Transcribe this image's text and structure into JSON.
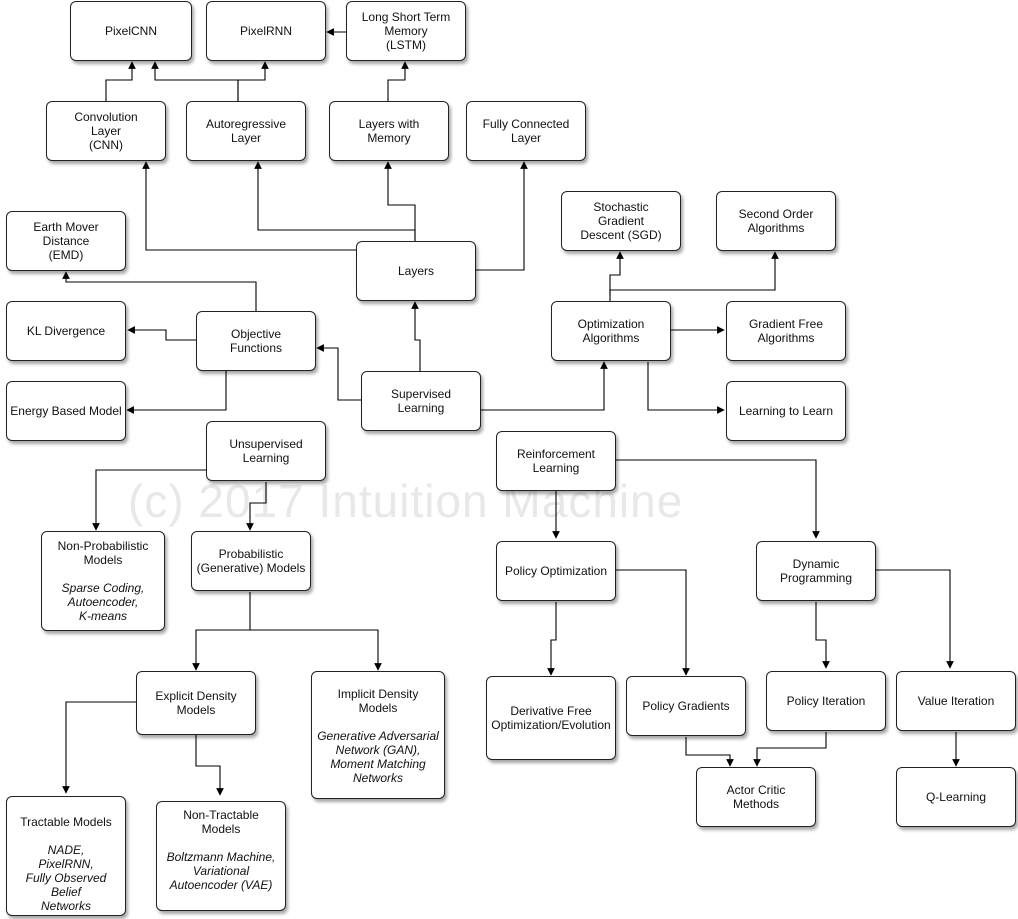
{
  "watermark": "(c) 2017 Intuition Machine",
  "nodes": {
    "pixelcnn": {
      "label": "PixelCNN"
    },
    "pixelrnn": {
      "label": "PixelRNN"
    },
    "lstm": {
      "label": "Long Short Term\nMemory\n(LSTM)"
    },
    "cnn": {
      "label": "Convolution\nLayer\n(CNN)"
    },
    "autoregressive": {
      "label": "Autoregressive\nLayer"
    },
    "layers_memory": {
      "label": "Layers with\nMemory"
    },
    "fully_connected": {
      "label": "Fully Connected\nLayer"
    },
    "sgd": {
      "label": "Stochastic\nGradient\nDescent (SGD)"
    },
    "second_order": {
      "label": "Second Order\nAlgorithms"
    },
    "emd": {
      "label": "Earth Mover Distance\n(EMD)"
    },
    "layers": {
      "label": "Layers"
    },
    "kl": {
      "label": "KL Divergence"
    },
    "objective": {
      "label": "Objective\nFunctions"
    },
    "optimization": {
      "label": "Optimization\nAlgorithms"
    },
    "gradient_free": {
      "label": "Gradient Free\nAlgorithms"
    },
    "energy": {
      "label": "Energy Based Model"
    },
    "supervised": {
      "label": "Supervised\nLearning"
    },
    "learning_to_learn": {
      "label": "Learning to Learn"
    },
    "unsupervised": {
      "label": "Unsupervised\nLearning"
    },
    "reinforcement": {
      "label": "Reinforcement\nLearning"
    },
    "non_probabilistic": {
      "label": "Non-Probabilistic\nModels",
      "sub": "Sparse Coding,\nAutoencoder,\nK-means"
    },
    "probabilistic": {
      "label": "Probabilistic\n(Generative) Models"
    },
    "policy_optimization": {
      "label": "Policy Optimization"
    },
    "dynamic_programming": {
      "label": "Dynamic\nProgramming"
    },
    "explicit_density": {
      "label": "Explicit Density\nModels"
    },
    "implicit_density": {
      "label": "Implicit Density\nModels",
      "sub": "Generative Adversarial\nNetwork  (GAN),\nMoment Matching\nNetworks"
    },
    "derivative_free": {
      "label": "Derivative Free\nOptimization/Evolution"
    },
    "policy_gradients": {
      "label": "Policy Gradients"
    },
    "policy_iteration": {
      "label": "Policy Iteration"
    },
    "value_iteration": {
      "label": "Value Iteration"
    },
    "actor_critic": {
      "label": "Actor Critic\nMethods"
    },
    "q_learning": {
      "label": "Q-Learning"
    },
    "tractable": {
      "label": "Tractable Models",
      "sub": "NADE,\nPixelRNN,\nFully Observed Belief\nNetworks"
    },
    "non_tractable": {
      "label": "Non-Tractable\nModels",
      "sub": "Boltzmann Machine,\nVariational\nAutoencoder (VAE)"
    }
  }
}
